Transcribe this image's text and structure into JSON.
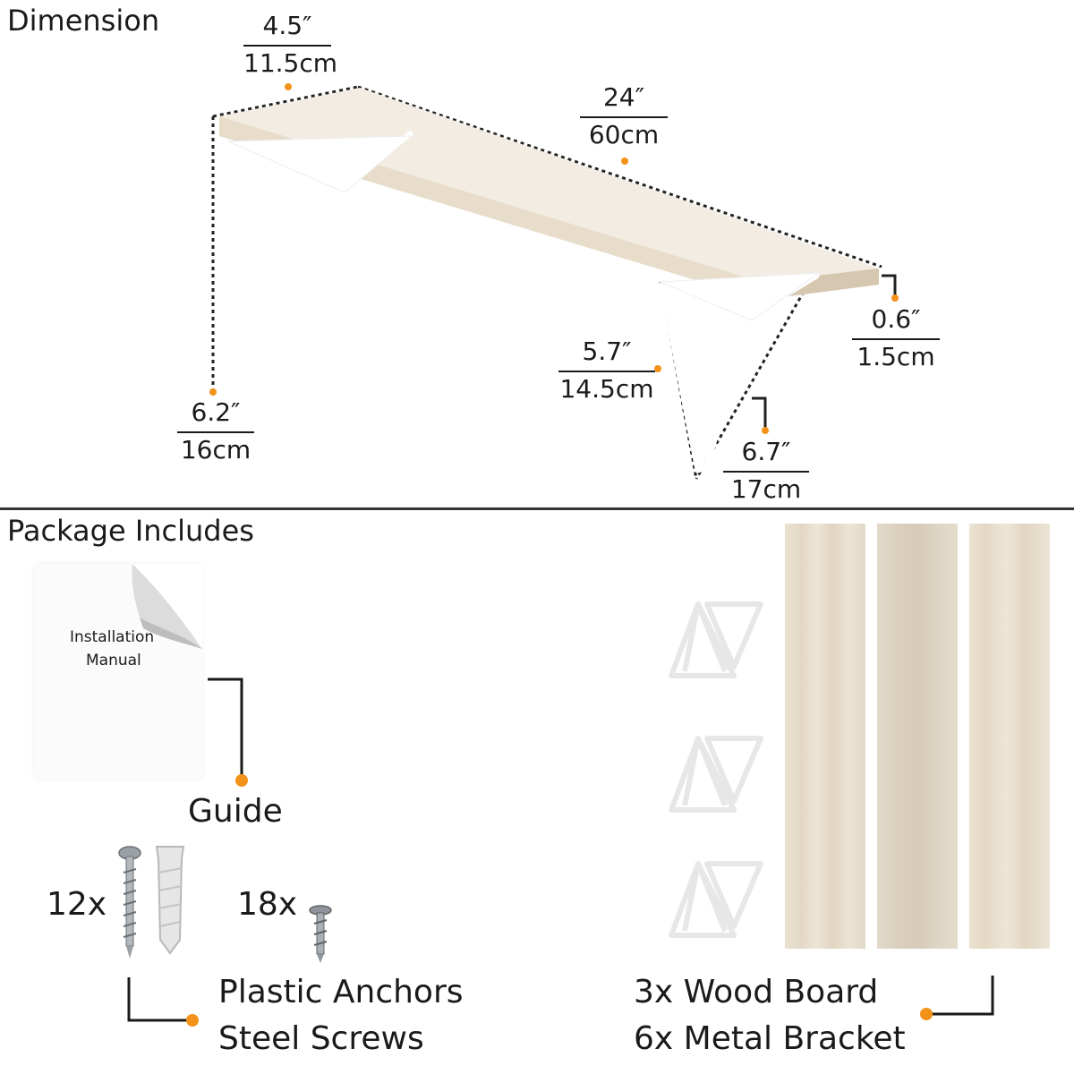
{
  "sections": {
    "dimension_title": "Dimension",
    "package_title": "Package Includes"
  },
  "dimensions": {
    "depth": {
      "in": "4.5″",
      "cm": "11.5cm"
    },
    "length": {
      "in": "24″",
      "cm": "60cm"
    },
    "thickness": {
      "in": "0.6″",
      "cm": "1.5cm"
    },
    "height": {
      "in": "6.2″",
      "cm": "16cm"
    },
    "bracket_top": {
      "in": "5.7″",
      "cm": "14.5cm"
    },
    "bracket_side": {
      "in": "6.7″",
      "cm": "17cm"
    }
  },
  "package": {
    "manual_text_line1": "Installation",
    "manual_text_line2": "Manual",
    "guide_label": "Guide",
    "anchors_qty": "12x",
    "screws_qty": "18x",
    "hardware_label_line1": "Plastic Anchors",
    "hardware_label_line2": "Steel Screws",
    "boards_label": "3x Wood Board",
    "brackets_label": "6x Metal Bracket"
  },
  "colors": {
    "accent_dot": "#f39219",
    "wood": "#e6dccb",
    "ink": "#1a1a1a"
  }
}
